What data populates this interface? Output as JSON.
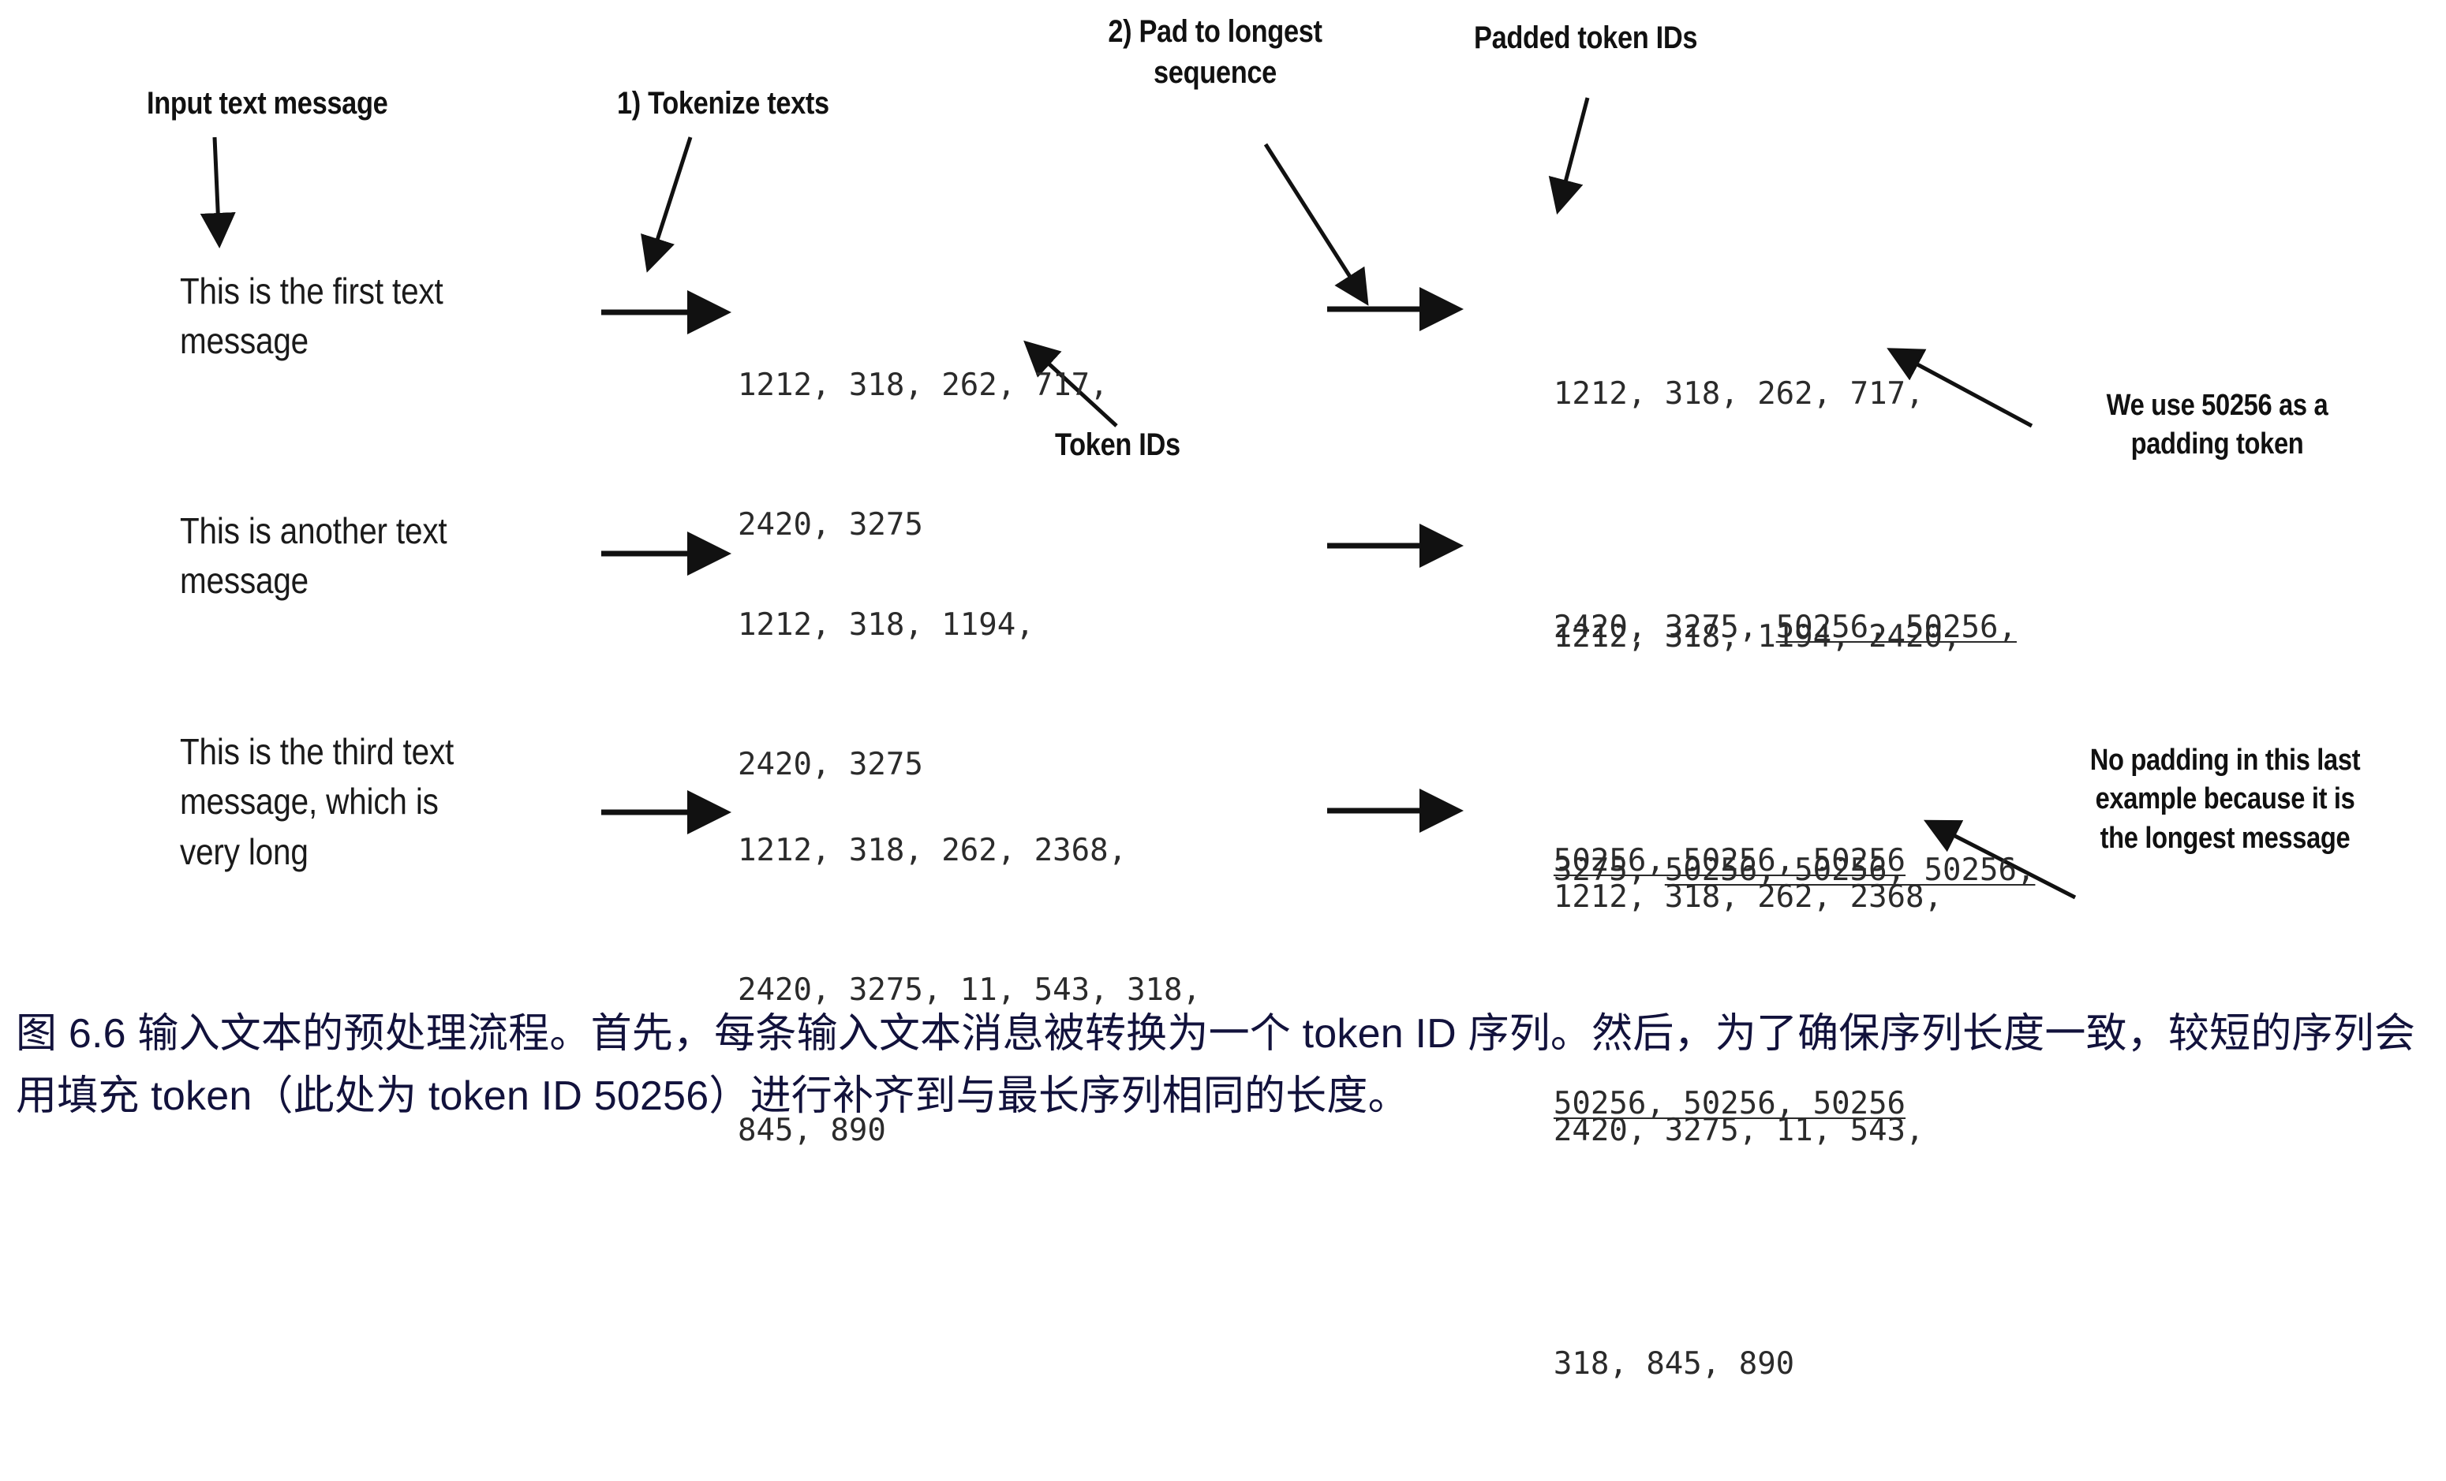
{
  "figure": {
    "labels": {
      "input_text_message": "Input text message",
      "tokenize_texts": "1) Tokenize texts",
      "pad_to_longest": "2) Pad to longest\nsequence",
      "padded_token_ids": "Padded token IDs",
      "token_ids": "Token IDs"
    },
    "annotations": {
      "padding_token_note": "We use 50256 as a\npadding token",
      "no_padding_note": "No padding in this last\nexample because it is\nthe longest message"
    },
    "padding_token_id": "50256",
    "rows": [
      {
        "message": "This is the first text\nmessage",
        "token_ids_lines": [
          "1212, 318, 262, 717,",
          "2420, 3275"
        ],
        "padded_lines": [
          [
            {
              "t": "1212, 318, 262, 717,",
              "pad": false
            }
          ],
          [
            {
              "t": "2420, 3275, ",
              "pad": false
            },
            {
              "t": "50256, 50256,",
              "pad": true
            }
          ],
          [
            {
              "t": "50256, 50256, 50256",
              "pad": true
            }
          ]
        ]
      },
      {
        "message": "This is another text\nmessage",
        "token_ids_lines": [
          "1212, 318, 1194,",
          "2420, 3275"
        ],
        "padded_lines": [
          [
            {
              "t": "1212, 318, 1194, 2420,",
              "pad": false
            }
          ],
          [
            {
              "t": "3275, ",
              "pad": false
            },
            {
              "t": "50256, 50256, 50256,",
              "pad": true
            }
          ],
          [
            {
              "t": "50256, 50256, 50256",
              "pad": true
            }
          ]
        ]
      },
      {
        "message": "This is the third text\nmessage, which is\nvery long",
        "token_ids_lines": [
          "1212, 318, 262, 2368,",
          "2420, 3275, 11, 543, 318,",
          "845, 890"
        ],
        "padded_lines": [
          [
            {
              "t": "1212, 318, 262, 2368,",
              "pad": false
            }
          ],
          [
            {
              "t": "2420, 3275, 11, 543,",
              "pad": false
            }
          ],
          [
            {
              "t": "318, 845, 890",
              "pad": false
            }
          ]
        ]
      }
    ],
    "caption": "图 6.6 输入文本的预处理流程。首先，每条输入文本消息被转换为一个 token ID 序列。然后，为了确保序列长度一致，较短的序列会用填充 token（此处为 token ID 50256）进行补齐到与最长序列相同的长度。",
    "colors": {
      "ink": "#111111",
      "token_ink": "#2b2b2b",
      "caption": "#12123c",
      "background": "#ffffff"
    }
  }
}
